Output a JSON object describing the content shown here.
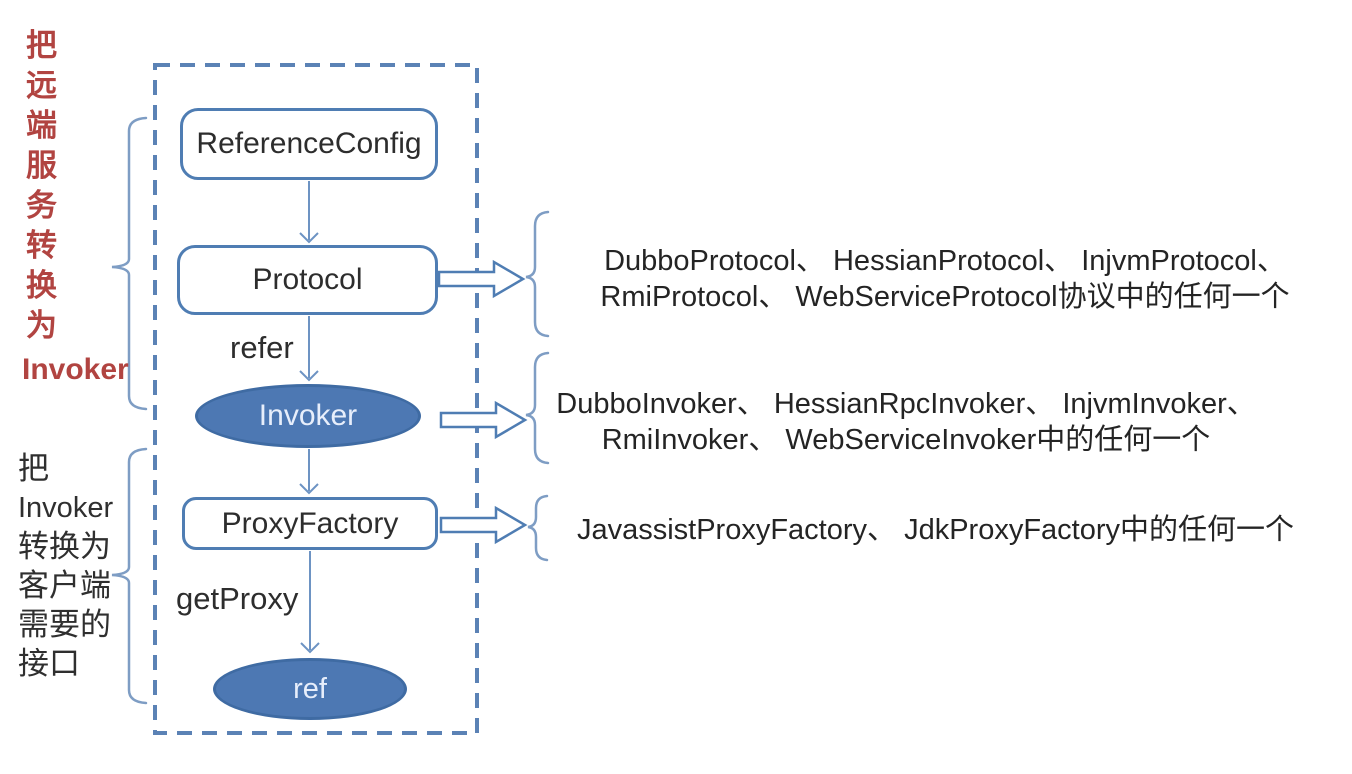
{
  "colors": {
    "accent_blue": "#4f7db3",
    "dashed_border_blue": "#5b82b5",
    "connector_blue": "#6d93c3",
    "brace_blue": "#7e9dc4",
    "ellipse_fill": "#4d78b3",
    "ellipse_border": "#3f6ba3",
    "red_note_text": "#b14441",
    "dark_text": "#2d2d2d"
  },
  "left_notes": {
    "red_vertical_text": "把\n远\n端\n服\n务\n转\n换\n为",
    "red_word": "Invoker",
    "black_lines": [
      "把",
      "Invoker",
      "转换为",
      "客户端",
      "需要的",
      "接口"
    ]
  },
  "flow": {
    "nodes": {
      "reference_config": "ReferenceConfig",
      "protocol": "Protocol",
      "invoker": "Invoker",
      "proxy_factory": "ProxyFactory",
      "ref": "ref"
    },
    "edge_labels": {
      "refer": "refer",
      "get_proxy": "getProxy"
    }
  },
  "annotations": {
    "protocol_impls": {
      "lines": [
        "DubboProtocol、 HessianProtocol、 InjvmProtocol、",
        "RmiProtocol、 WebServiceProtocol协议中的任何一个"
      ]
    },
    "invoker_impls": {
      "lines": [
        "DubboInvoker、 HessianRpcInvoker、 InjvmInvoker、",
        "RmiInvoker、 WebServiceInvoker中的任何一个"
      ]
    },
    "proxy_factory_impls": {
      "lines": [
        "JavassistProxyFactory、 JdkProxyFactory中的任何一个"
      ]
    }
  }
}
